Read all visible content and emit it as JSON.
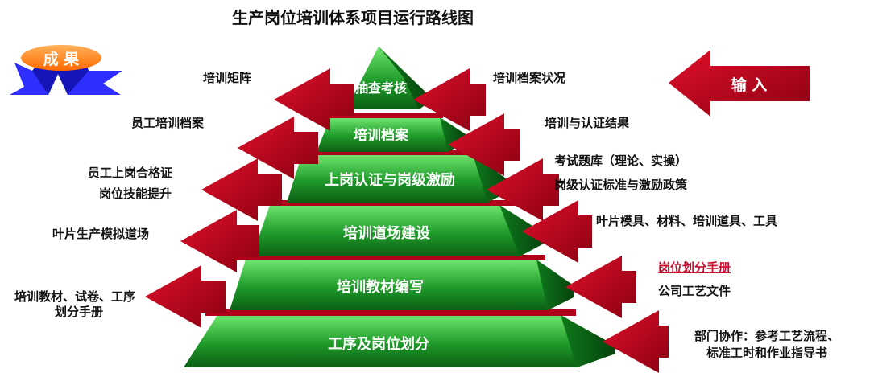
{
  "title": "生产岗位培训体系项目运行路线图",
  "badge_output": "成 果",
  "badge_input": "输 入",
  "levels": [
    "抽查考核",
    "培训档案",
    "上岗认证与岗级激励",
    "培训道场建设",
    "培训教材编写",
    "工序及岗位划分"
  ],
  "outputs": [
    "培训矩阵",
    "员工培训档案",
    "员工上岗合格证",
    "岗位技能提升",
    "叶片生产模拟道场",
    "培训教材、试卷、工序",
    "划分手册"
  ],
  "inputs": [
    "培训档案状况",
    "培训与认证结果",
    "考试题库（理论、实操）",
    "岗级认证标准与激励政策",
    "叶片模具、材料、培训道具、工具",
    "岗位划分手册",
    "公司工艺文件",
    "部门协作：参考工艺流程、",
    "标准工时和作业指导书"
  ],
  "colors": {
    "green_light": "#5fdc60",
    "green_dark": "#0a6b14",
    "arrow_red": "#c0001a",
    "badge_orange": "#ff7a00",
    "badge_blue": "#2e2eff",
    "accent_text": "#c8102e"
  }
}
